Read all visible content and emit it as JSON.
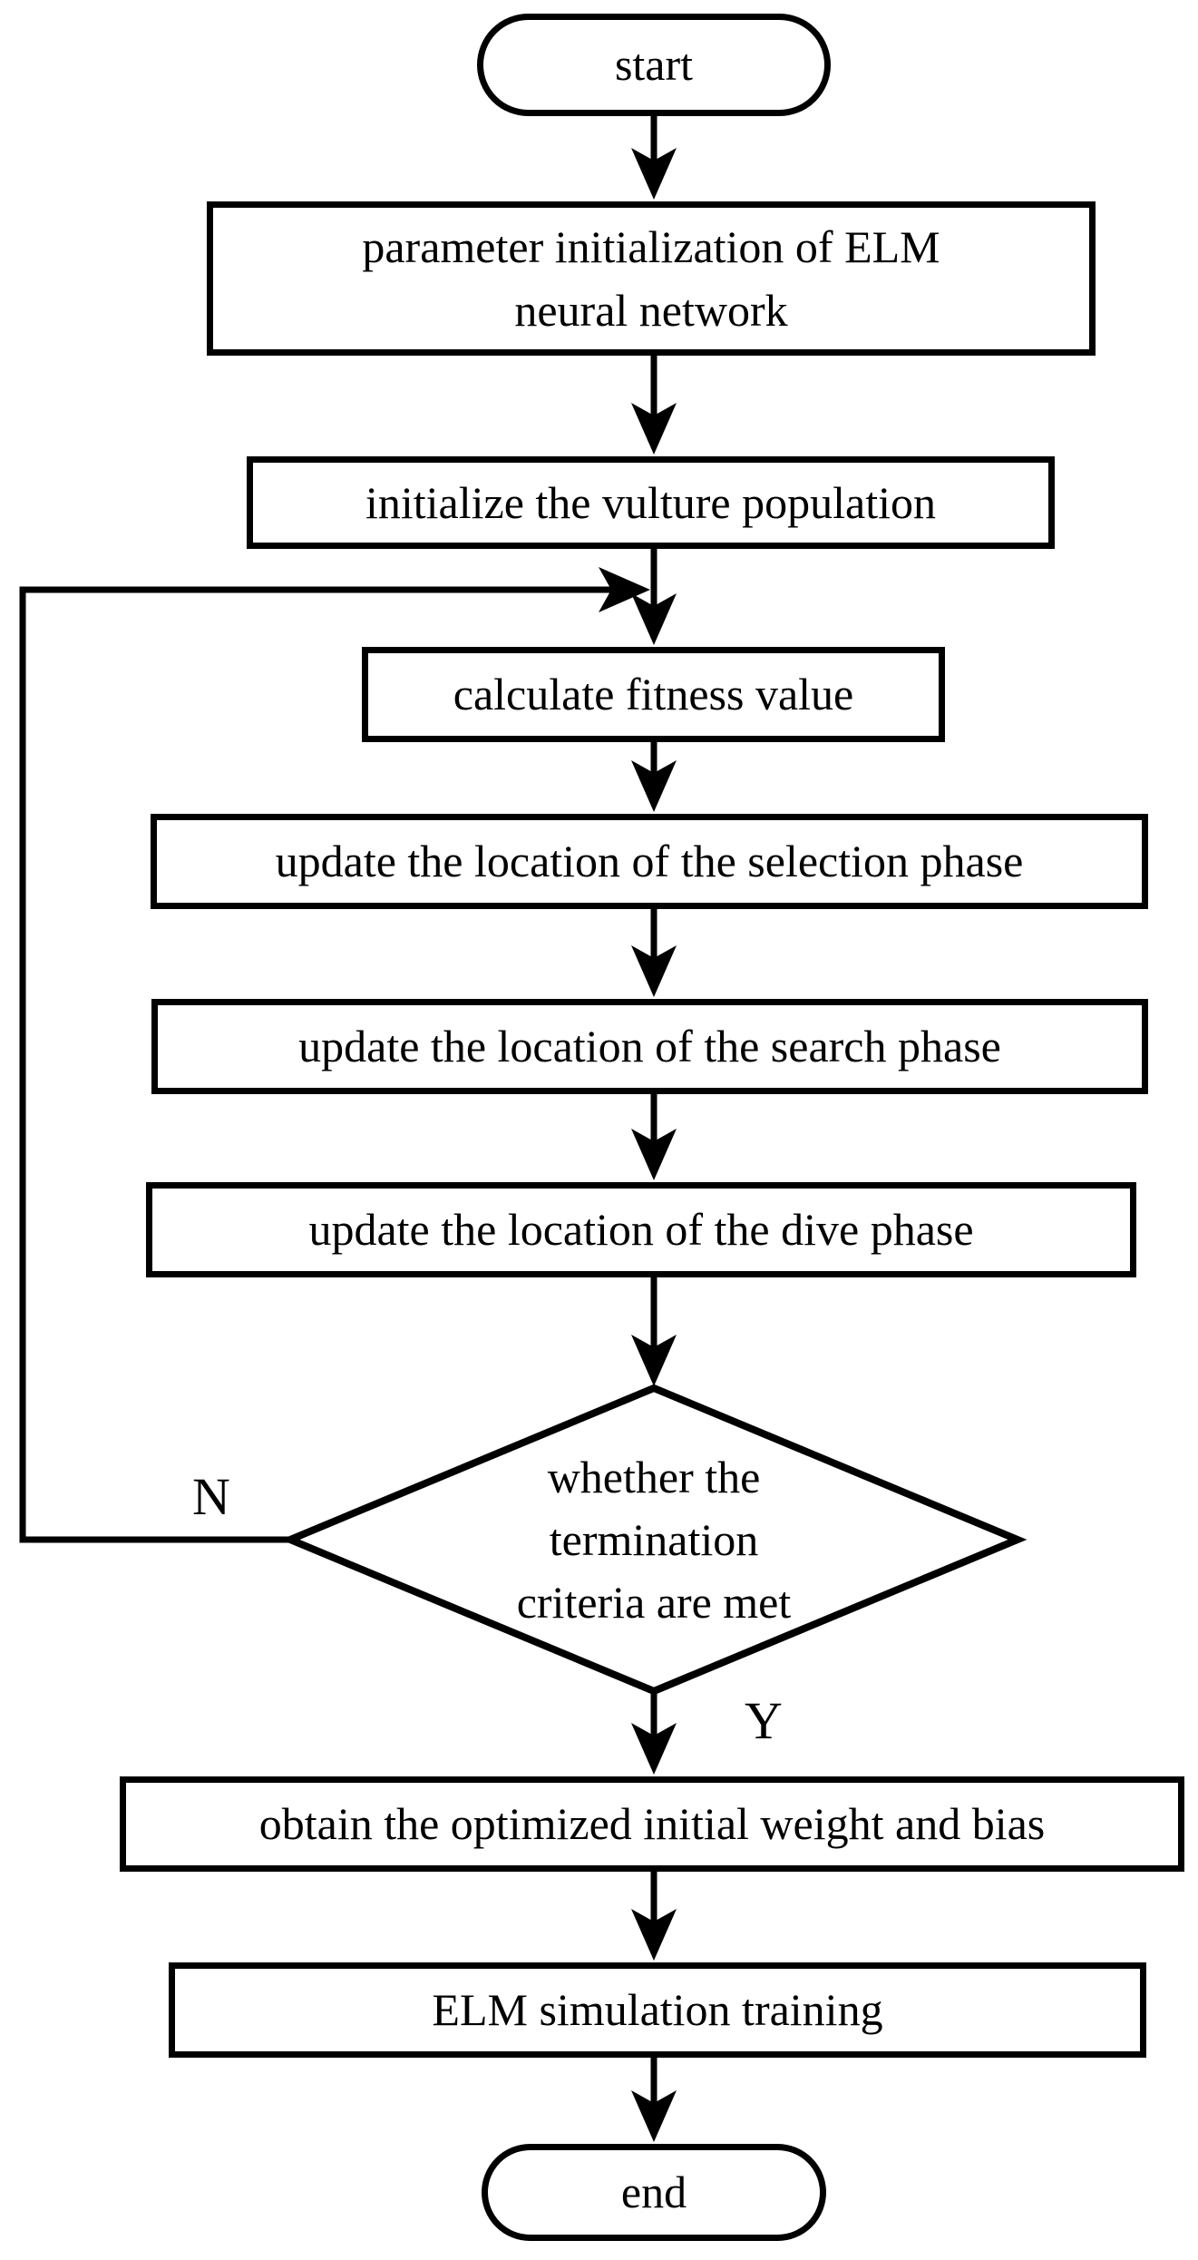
{
  "diagram": {
    "type": "flowchart",
    "colors": {
      "background": "#ffffff",
      "line": "#000000",
      "text": "#000000"
    },
    "nodes": {
      "start": {
        "shape": "terminal",
        "label": "start"
      },
      "param_init": {
        "shape": "process",
        "label": "parameter initialization of ELM neural network",
        "lines": [
          "parameter initialization of ELM",
          "neural network"
        ]
      },
      "init_population": {
        "shape": "process",
        "label": "initialize the vulture population"
      },
      "calc_fitness": {
        "shape": "process",
        "label": "calculate fitness value"
      },
      "update_selection": {
        "shape": "process",
        "label": "update the location of the selection phase"
      },
      "update_search": {
        "shape": "process",
        "label": "update the location of the search phase"
      },
      "update_dive": {
        "shape": "process",
        "label": "update the location of the dive phase"
      },
      "termination": {
        "shape": "decision",
        "label": "whether the termination criteria are met",
        "lines": [
          "whether the",
          "termination",
          "criteria are met"
        ]
      },
      "obtain_weights": {
        "shape": "process",
        "label": "obtain the optimized initial weight and bias"
      },
      "elm_training": {
        "shape": "process",
        "label": "ELM simulation training"
      },
      "end": {
        "shape": "terminal",
        "label": "end"
      }
    },
    "edges": [
      {
        "from": "start",
        "to": "param_init"
      },
      {
        "from": "param_init",
        "to": "init_population"
      },
      {
        "from": "init_population",
        "to": "calc_fitness"
      },
      {
        "from": "calc_fitness",
        "to": "update_selection"
      },
      {
        "from": "update_selection",
        "to": "update_search"
      },
      {
        "from": "update_search",
        "to": "update_dive"
      },
      {
        "from": "update_dive",
        "to": "termination"
      },
      {
        "from": "termination",
        "to": "calc_fitness",
        "label": "N"
      },
      {
        "from": "termination",
        "to": "obtain_weights",
        "label": "Y"
      },
      {
        "from": "obtain_weights",
        "to": "elm_training"
      },
      {
        "from": "elm_training",
        "to": "end"
      }
    ]
  }
}
